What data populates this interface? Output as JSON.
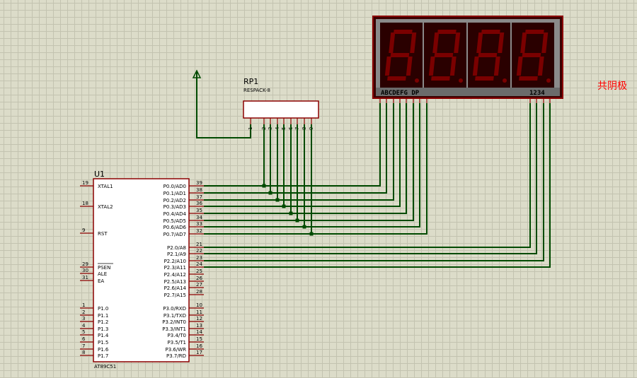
{
  "u1": {
    "ref": "U1",
    "part": "AT89C51",
    "left_pins": [
      {
        "num": "19",
        "label": "XTAL1"
      },
      {
        "num": "18",
        "label": "XTAL2"
      },
      {
        "num": "9",
        "label": "RST"
      },
      {
        "num": "29",
        "label": "PSEN"
      },
      {
        "num": "30",
        "label": "ALE"
      },
      {
        "num": "31",
        "label": "EA"
      },
      {
        "num": "1",
        "label": "P1.0"
      },
      {
        "num": "2",
        "label": "P1.1"
      },
      {
        "num": "3",
        "label": "P1.2"
      },
      {
        "num": "4",
        "label": "P1.3"
      },
      {
        "num": "5",
        "label": "P1.4"
      },
      {
        "num": "6",
        "label": "P1.5"
      },
      {
        "num": "7",
        "label": "P1.6"
      },
      {
        "num": "8",
        "label": "P1.7"
      }
    ],
    "right_pins": [
      {
        "num": "39",
        "label": "P0.0/AD0"
      },
      {
        "num": "38",
        "label": "P0.1/AD1"
      },
      {
        "num": "37",
        "label": "P0.2/AD2"
      },
      {
        "num": "36",
        "label": "P0.3/AD3"
      },
      {
        "num": "35",
        "label": "P0.4/AD4"
      },
      {
        "num": "34",
        "label": "P0.5/AD5"
      },
      {
        "num": "33",
        "label": "P0.6/AD6"
      },
      {
        "num": "32",
        "label": "P0.7/AD7"
      },
      {
        "num": "21",
        "label": "P2.0/A8"
      },
      {
        "num": "22",
        "label": "P2.1/A9"
      },
      {
        "num": "23",
        "label": "P2.2/A10"
      },
      {
        "num": "24",
        "label": "P2.3/A11"
      },
      {
        "num": "25",
        "label": "P2.4/A12"
      },
      {
        "num": "26",
        "label": "P2.5/A13"
      },
      {
        "num": "27",
        "label": "P2.6/A14"
      },
      {
        "num": "28",
        "label": "P2.7/A15"
      },
      {
        "num": "10",
        "label": "P3.0/RXD"
      },
      {
        "num": "11",
        "label": "P3.1/TXD"
      },
      {
        "num": "12",
        "label": "P3.2/INT0"
      },
      {
        "num": "13",
        "label": "P3.3/INT1"
      },
      {
        "num": "14",
        "label": "P3.4/T0"
      },
      {
        "num": "15",
        "label": "P3.5/T1"
      },
      {
        "num": "16",
        "label": "P3.6/WR"
      },
      {
        "num": "17",
        "label": "P3.7/RD"
      }
    ]
  },
  "rp1": {
    "ref": "RP1",
    "part": "RESPACK-8",
    "pins": [
      "1",
      "2",
      "3",
      "4",
      "5",
      "6",
      "7",
      "8",
      "9"
    ]
  },
  "display": {
    "segments_label": "ABCDEFG DP",
    "digits_label": "1234",
    "digit_count": 4
  },
  "annotation": {
    "text": "共阴极"
  },
  "colors": {
    "wire": "#004a00",
    "pin": "#8b0000",
    "display_bg": "#2a0000",
    "segment": "#7a0000",
    "annotation": "#ff0000",
    "chip_fill": "#ffffff"
  }
}
